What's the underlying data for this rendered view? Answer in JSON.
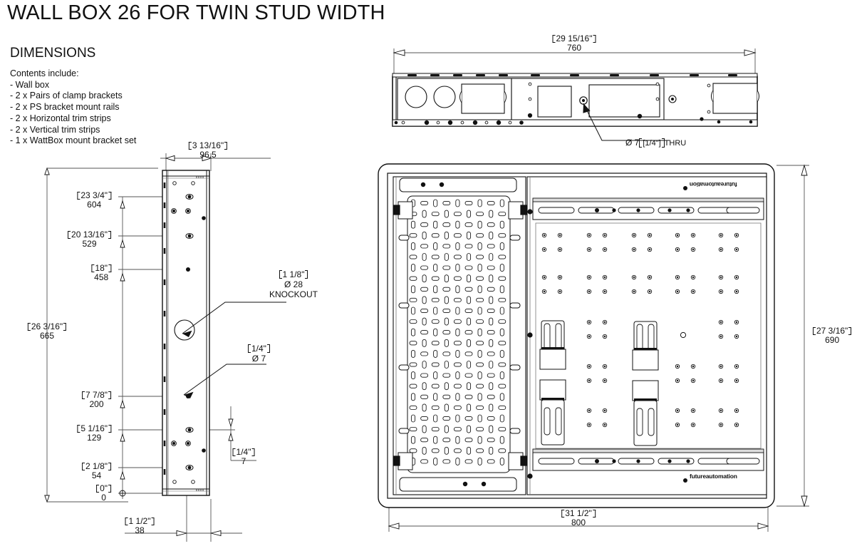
{
  "document": {
    "title": "WALL BOX 26 FOR TWIN STUD WIDTH",
    "section_heading": "DIMENSIONS",
    "contents_heading": "Contents include:",
    "contents": [
      "- Wall box",
      "- 2 x Pairs of clamp brackets",
      "- 2 x PS bracket mount rails",
      "- 2 x Horizontal trim strips",
      "- 2 x Vertical trim strips",
      "- 1 x WattBox mount bracket set"
    ],
    "brand": "futureautomation",
    "colors": {
      "line": "#111111",
      "dim_line": "#555555",
      "fill": "#ffffff",
      "background": "#ffffff"
    }
  },
  "views": {
    "side": {
      "name": "side-elevation-view",
      "width_dim": {
        "inch": "3 13/16\"",
        "mm": "96.5"
      },
      "overall_height_dim": {
        "inch": "26 3/16\"",
        "mm": "665"
      },
      "base_offset_dim": {
        "inch": "1 1/2\"",
        "mm": "38"
      },
      "hole_offset_dim": {
        "inch": "1/4\"",
        "mm": "7"
      },
      "hole_positions": [
        {
          "inch": "23 3/4\"",
          "mm": "604"
        },
        {
          "inch": "20 13/16\"",
          "mm": "529"
        },
        {
          "inch": "18\"",
          "mm": "458"
        },
        {
          "inch": "7 7/8\"",
          "mm": "200"
        },
        {
          "inch": "5 1/16\"",
          "mm": "129"
        },
        {
          "inch": "2 1/8\"",
          "mm": "54"
        },
        {
          "inch": "0\"",
          "mm": "0"
        }
      ],
      "callouts": [
        {
          "name": "knockout-callout",
          "inch": "1 1/8\"",
          "dia": "Ø 28",
          "note": "KNOCKOUT"
        },
        {
          "name": "hole-callout",
          "inch": "1/4\"",
          "dia": "Ø 7",
          "note": ""
        }
      ]
    },
    "top": {
      "name": "top-plan-view",
      "width_dim": {
        "inch": "29 15/16\"",
        "mm": "760"
      },
      "callout": {
        "name": "thru-hole-callout",
        "text": "Ø 7",
        "inch": "[1/4\"]",
        "suffix": "THRU"
      }
    },
    "front": {
      "name": "front-elevation-view",
      "width_dim": {
        "inch": "31 1/2\"",
        "mm": "800"
      },
      "height_dim": {
        "inch": "27 3/16\"",
        "mm": "690"
      }
    }
  }
}
